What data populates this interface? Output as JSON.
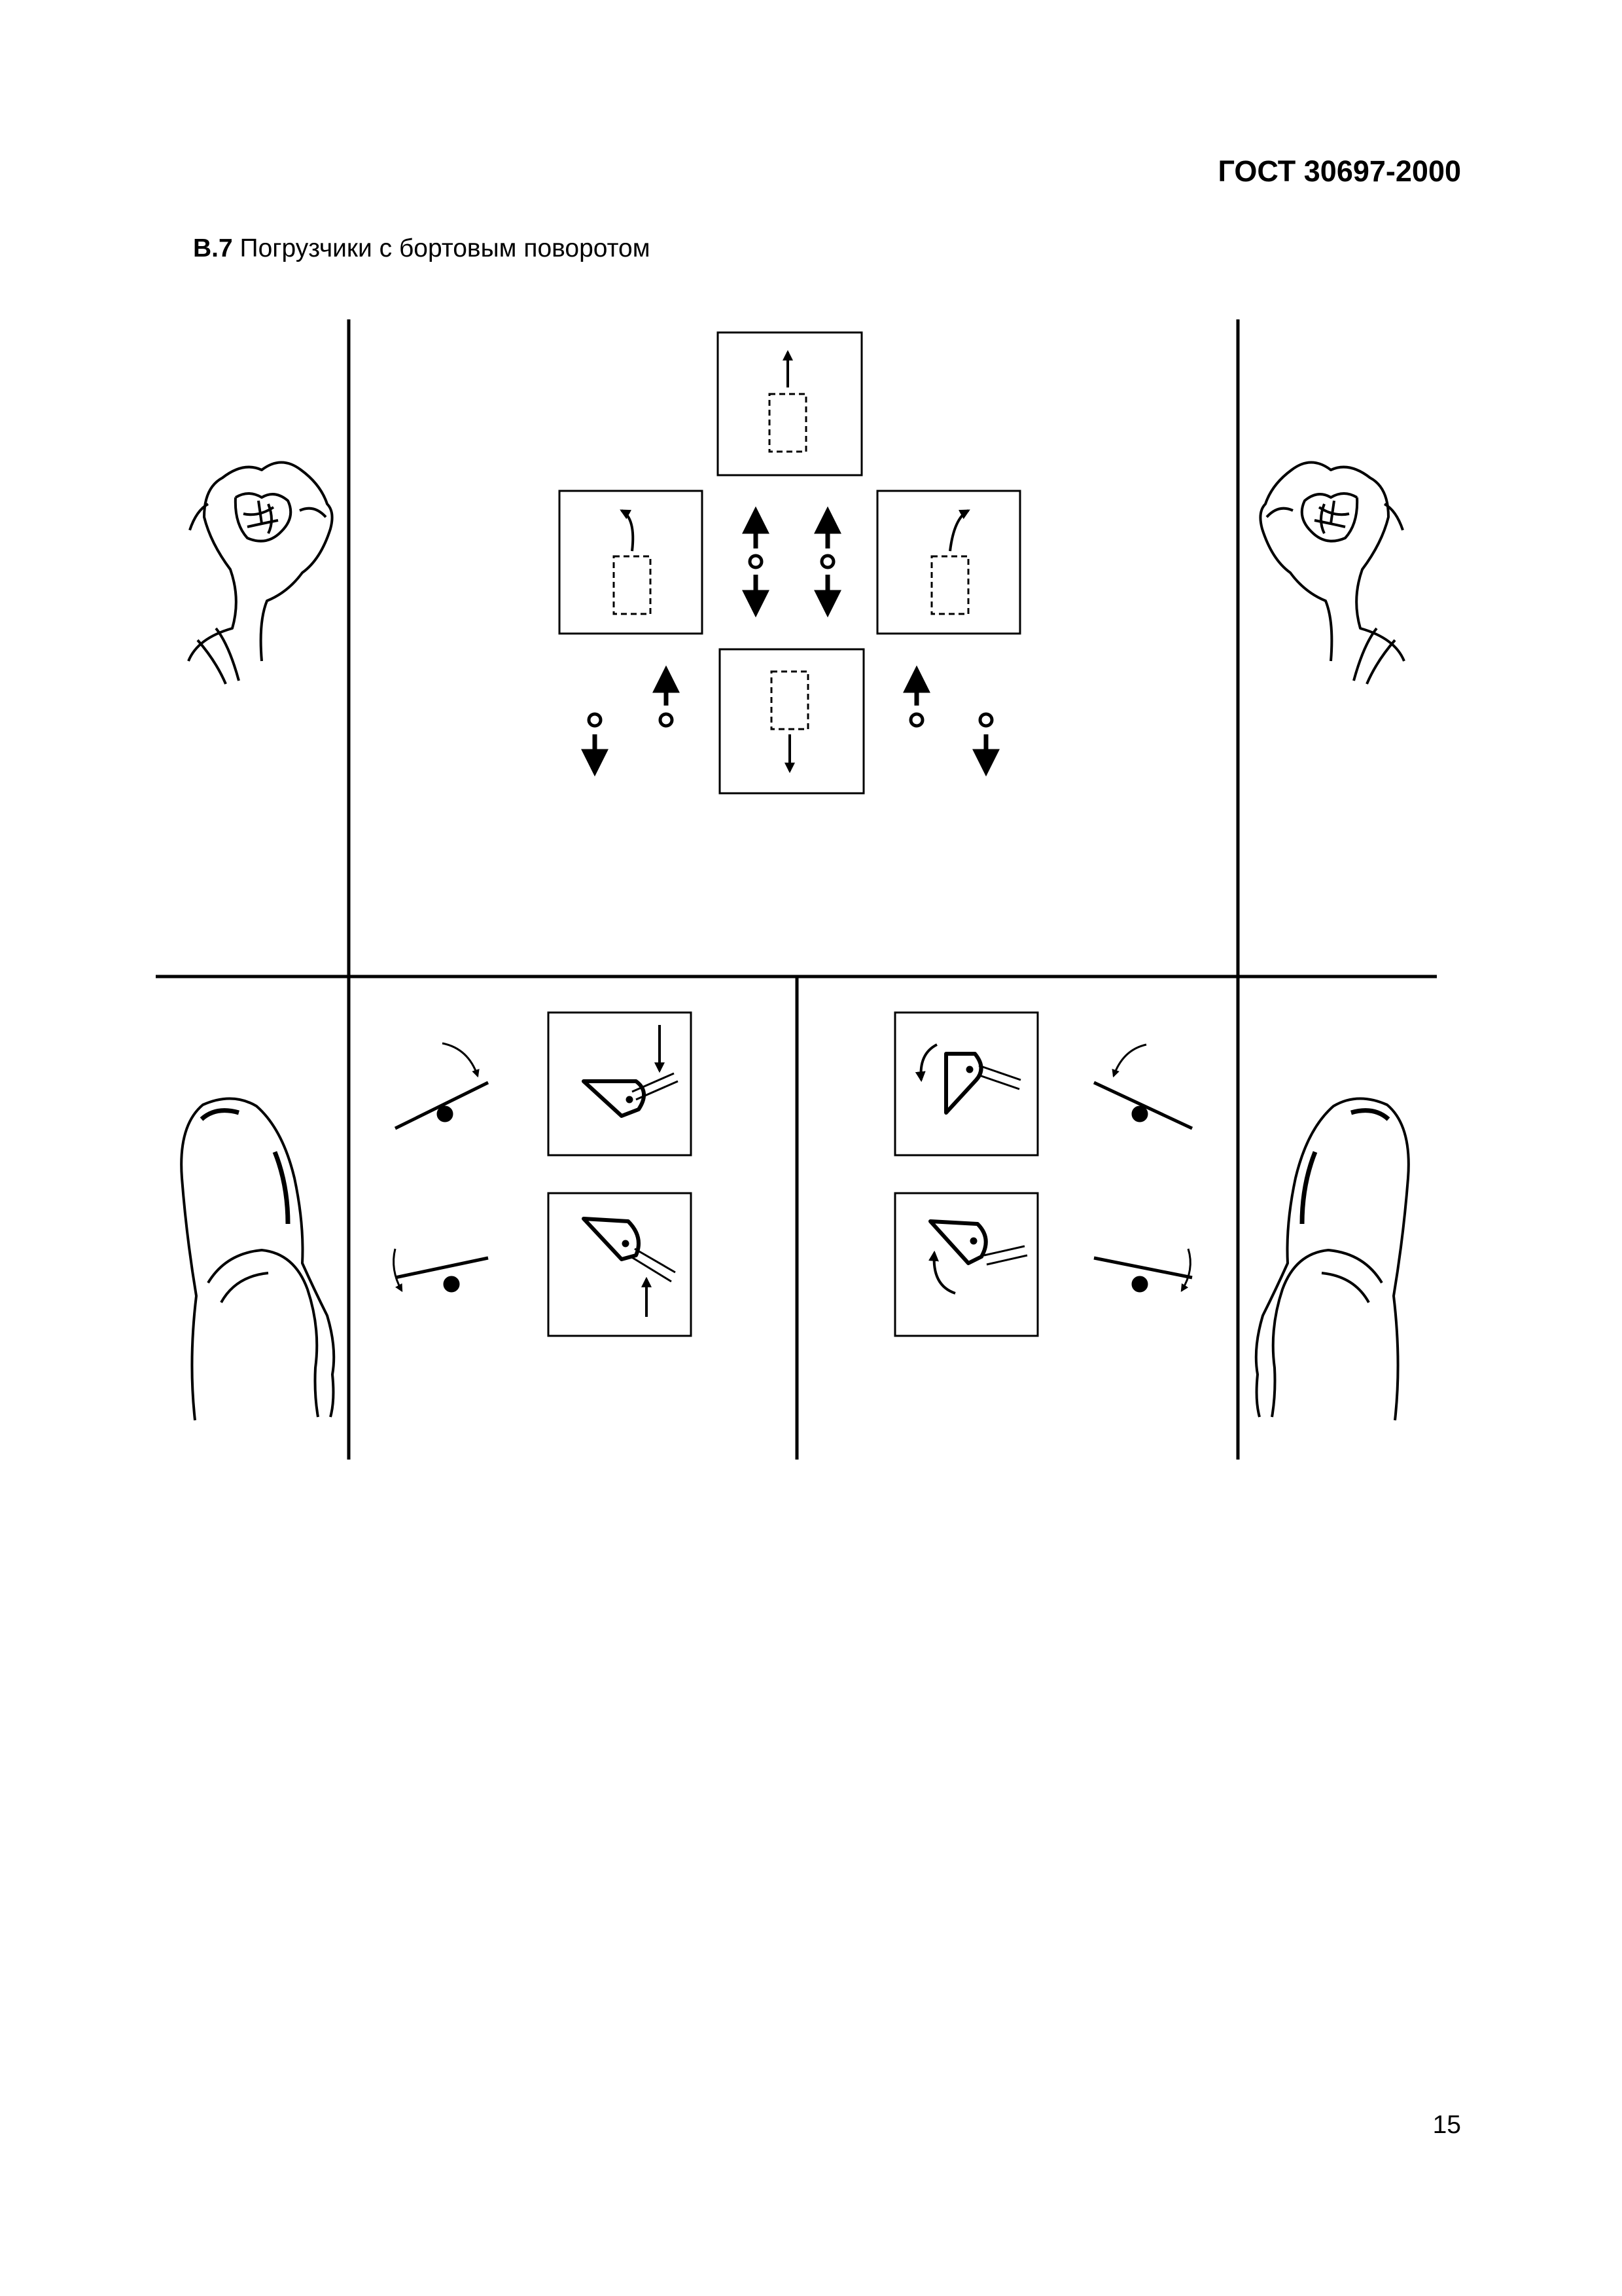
{
  "header": {
    "doc_code": "ГОСТ 30697-2000"
  },
  "section": {
    "number": "В.7",
    "title": "Погрузчики с бортовым поворотом"
  },
  "figure": {
    "icons": [
      "left-hand-fist-icon",
      "right-hand-fist-icon",
      "left-foot-icon",
      "right-foot-icon",
      "boom-bucket-icon",
      "travel-direction-icon"
    ]
  },
  "footer": {
    "page_number": "15"
  }
}
